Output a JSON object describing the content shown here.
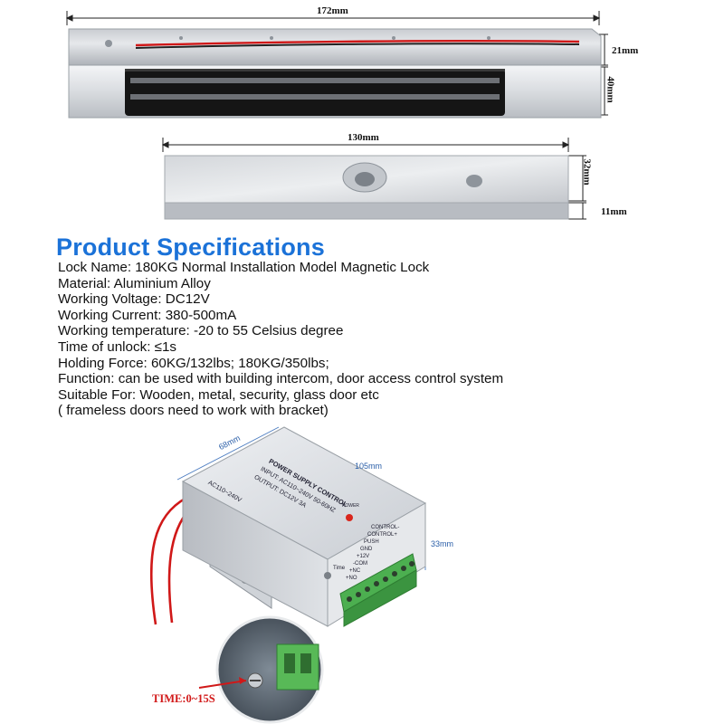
{
  "dimensions": {
    "lock_length": "172mm",
    "lock_height": "21mm",
    "lock_depth": "40mm",
    "plate_length": "130mm",
    "plate_height": "32mm",
    "plate_depth": "11mm"
  },
  "specs": {
    "title": "Product Specifications",
    "lines": [
      "Lock Name: 180KG Normal Installation Model Magnetic Lock",
      "Material: Aluminium Alloy",
      "Working Voltage: DC12V",
      "Working Current: 380-500mA",
      "Working temperature: -20 to 55 Celsius degree",
      "Time of unlock: ≤1s",
      "Holding Force: 60KG/132lbs; 180KG/350lbs;",
      "Function: can be used with building intercom, door access control system",
      "Suitable For: Wooden, metal, security, glass door etc",
      "( frameless doors need to work with bracket)"
    ]
  },
  "power_supply": {
    "dim_width": "68mm",
    "dim_length": "105mm",
    "dim_height": "33mm",
    "label_title": "POWER SUPPLY CONTROL",
    "label_input": "INPUT: AC110~240V 50-60HZ",
    "label_output": "OUTPUT: DC12V 3A",
    "label_ac": "AC110~240V",
    "power_label": "POWER",
    "time_label": "Time",
    "terminals": [
      "CONTROL-",
      "CONTROL+",
      "PUSH",
      "GND",
      "+12V",
      "-COM",
      "+NC",
      "+NO"
    ]
  },
  "callout": {
    "time_text": "TIME:0~15S"
  },
  "colors": {
    "title_blue": "#1b72d8",
    "terminal_green": "#4caf50",
    "wire_red": "#d01818",
    "time_red": "#d21a1a"
  }
}
